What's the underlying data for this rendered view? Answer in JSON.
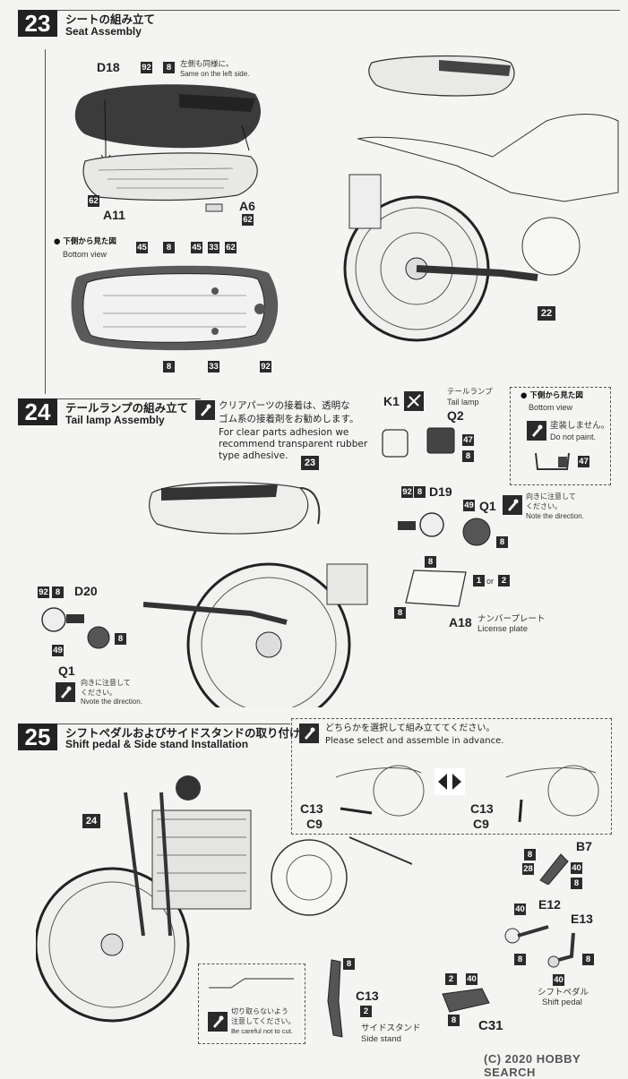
{
  "step23": {
    "number": "23",
    "title_jp": "シートの組み立て",
    "title_en": "Seat Assembly",
    "seat_part": "D18",
    "color_92": "92",
    "color_8": "8",
    "note_jp": "左側も同様に。",
    "note_en": "Same on the left side.",
    "base_part": "A11",
    "base_color": "62",
    "bracket_part": "A6",
    "bracket_color": "62",
    "bottom_view_jp": "● 下側から見た図",
    "bottom_view_en": "Bottom view",
    "bv_labels": [
      "45",
      "8",
      "45",
      "33",
      "62"
    ],
    "bv_bottom_8": "8",
    "bv_bottom_33": "33",
    "bv_right_92": "92",
    "frame_ref": "22"
  },
  "step24": {
    "number": "24",
    "title_jp": "テールランプの組み立て",
    "title_en": "Tail lamp Assembly",
    "clear_note_jp_1": "クリアパーツの接着は、透明な",
    "clear_note_jp_2": "ゴム系の接着剤をお勧めします。",
    "clear_note_en_1": "For clear parts adhesion we",
    "clear_note_en_2": "recommend transparent rubber",
    "clear_note_en_3": "type adhesive.",
    "k1": "K1",
    "tail_jp": "テールランプ",
    "tail_en": "Tail lamp",
    "q2": "Q2",
    "c47": "47",
    "c8": "8",
    "bottom_view_jp": "● 下側から見た図",
    "bottom_view_en": "Bottom view",
    "no_paint_jp": "塗装しません。",
    "no_paint_en": "Do not paint.",
    "bv_47": "47",
    "seat_ref": "23",
    "d19": "D19",
    "c92": "92",
    "c8b": "8",
    "q1": "Q1",
    "c49": "49",
    "c8c": "8",
    "dir_jp_1": "向きに注意して",
    "dir_jp_2": "ください。",
    "dir_en": "Note the direction.",
    "plate_8": "8",
    "plate_1": "1",
    "plate_or": "or",
    "plate_2": "2",
    "plate_8b": "8",
    "a18": "A18",
    "plate_jp": "ナンバープレート",
    "plate_en": "License plate",
    "d20": "D20",
    "left_92": "92",
    "left_8": "8",
    "left_49": "49",
    "left_8b": "8",
    "q1_left": "Q1",
    "dir_jp_left_1": "向きに注意して",
    "dir_jp_left_2": "ください。",
    "dir_en_left": "Nvote the direction."
  },
  "step25": {
    "number": "25",
    "title_jp": "シフトペダルおよびサイドスタンドの取り付け",
    "title_en": "Shift pedal & Side stand Installation",
    "select_jp": "どちらかを選択して組み立ててください。",
    "select_en": "Please select and assemble in advance.",
    "c13a": "C13",
    "c9a": "C9",
    "c13b": "C13",
    "c9b": "C9",
    "ref24": "24",
    "b7": "B7",
    "b7_8": "8",
    "b7_28": "28",
    "b7_40": "40",
    "b7_8b": "8",
    "e12": "E12",
    "e12_40": "40",
    "e12_8": "8",
    "e13": "E13",
    "e13_8": "8",
    "e13_40": "40",
    "shift_jp": "シフトペダル",
    "shift_en": "Shift pedal",
    "stand_8": "8",
    "stand_c13": "C13",
    "stand_2": "2",
    "stand_jp": "サイドスタンド",
    "stand_en": "Side stand",
    "cut_jp_1": "切り取らないよう",
    "cut_jp_2": "注意してください。",
    "cut_en": "Be careful not to cut.",
    "c31": "C31",
    "c31_2": "2",
    "c31_40": "40",
    "c31_8": "8"
  },
  "watermark": "(C) 2020 HOBBY SEARCH"
}
